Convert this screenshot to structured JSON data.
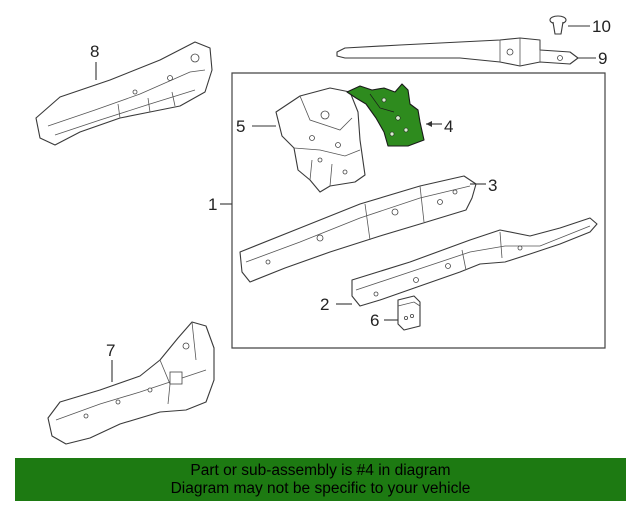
{
  "diagram": {
    "callouts": [
      "1",
      "2",
      "3",
      "4",
      "5",
      "6",
      "7",
      "8",
      "9",
      "10"
    ],
    "highlight_color": "#2e8b1e",
    "banner_color": "#1d7a12"
  },
  "banner": {
    "line1": "Part or sub-assembly is #4 in diagram",
    "line2": "Diagram may not be specific to your vehicle"
  }
}
